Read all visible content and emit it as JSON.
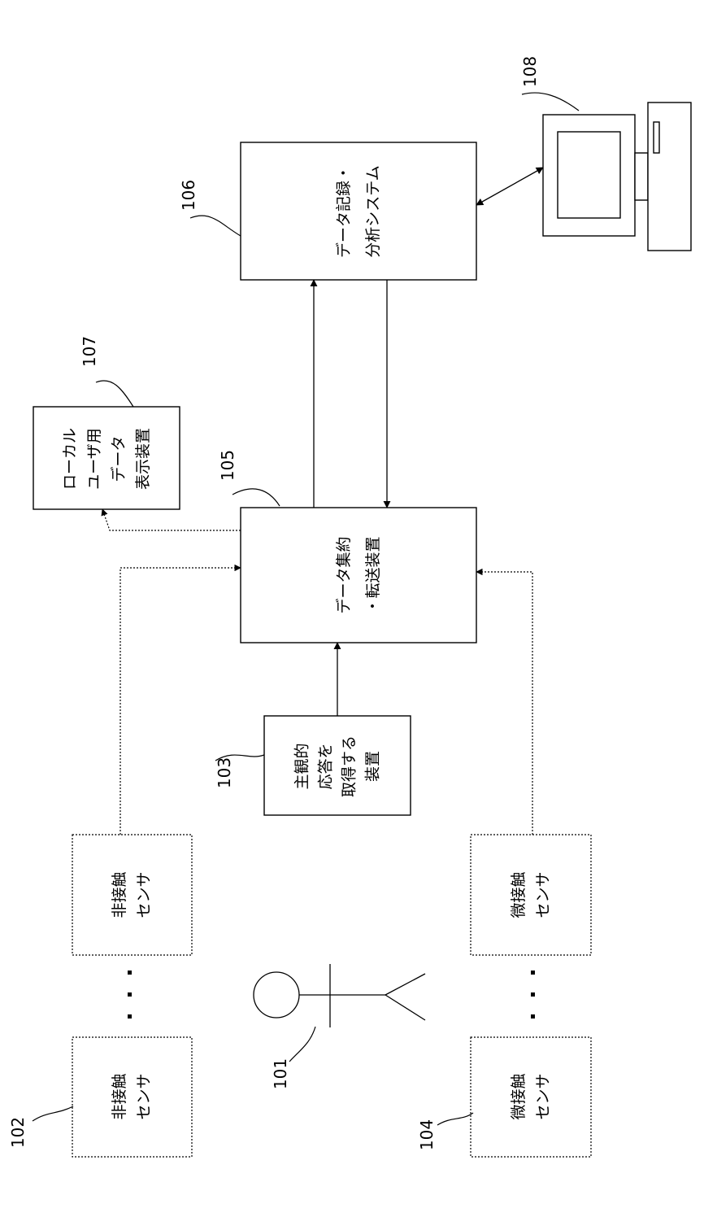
{
  "nodes": {
    "sensor_102": {
      "ref": "102",
      "lines": [
        "非接触",
        "センサ"
      ]
    },
    "sensor_102b": {
      "lines": [
        "非接触",
        "センサ"
      ]
    },
    "person": {
      "ref": "101"
    },
    "sensor_104": {
      "ref": "104",
      "lines": [
        "微接触",
        "センサ"
      ]
    },
    "sensor_104b": {
      "lines": [
        "微接触",
        "センサ"
      ]
    },
    "subjective": {
      "ref": "103",
      "lines": [
        "主観的",
        "応答を",
        "取得する",
        "装置"
      ]
    },
    "aggregator": {
      "ref": "105",
      "lines": [
        "データ集約",
        "・転送装置"
      ]
    },
    "local_display": {
      "ref": "107",
      "lines": [
        "ローカル",
        "ユーザ用",
        "データ",
        "表示装置"
      ]
    },
    "analysis": {
      "ref": "106",
      "lines": [
        "データ記録・",
        "分析システム"
      ]
    },
    "computer": {
      "ref": "108"
    }
  },
  "colors": {
    "stroke": "#000000",
    "background": "#ffffff"
  },
  "icons": [
    "stick-figure-icon",
    "computer-icon"
  ]
}
